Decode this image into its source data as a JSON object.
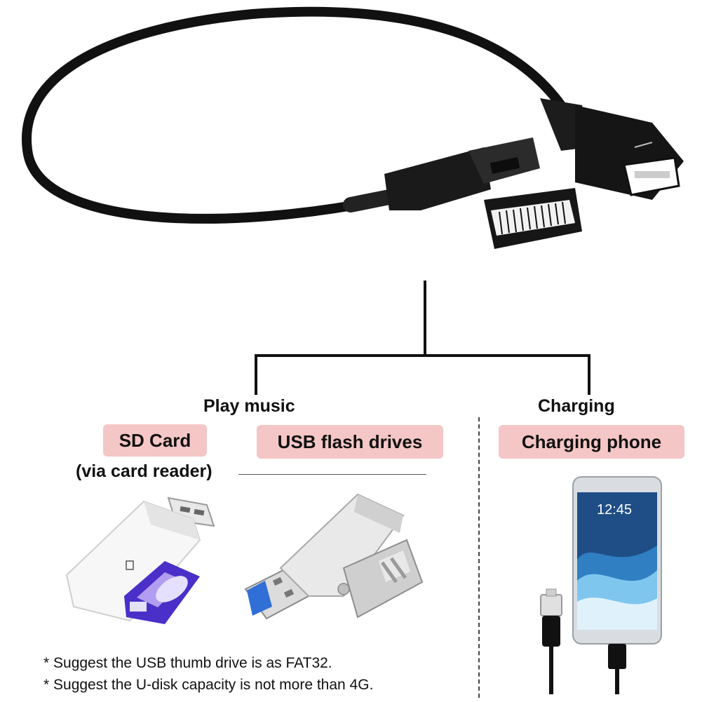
{
  "sections": {
    "play_music": {
      "heading": "Play music",
      "sd_card": {
        "label": "SD Card",
        "note": "(via card reader)"
      },
      "usb_drive": {
        "label": "USB flash drives"
      }
    },
    "charging": {
      "heading": "Charging",
      "phone": {
        "label": "Charging phone",
        "screen_time": "12:45"
      }
    }
  },
  "notes": [
    "* Suggest the USB thumb drive is as FAT32.",
    "* Suggest the U-disk capacity is not more than 4G."
  ],
  "colors": {
    "pill_bg": "#f5c6c6",
    "cable": "#111111",
    "connector": "#1a1a1a",
    "usb_blue": "#2f6fd6",
    "sd_purple": "#4a2fc8",
    "phone_silver": "#d9dde2"
  },
  "icons": [
    "ami-mdi-cable-icon",
    "usb-female-plug-icon",
    "sd-card-reader-icon",
    "usb-flash-drive-icon",
    "smartphone-icon",
    "micro-usb-plug-icon"
  ]
}
